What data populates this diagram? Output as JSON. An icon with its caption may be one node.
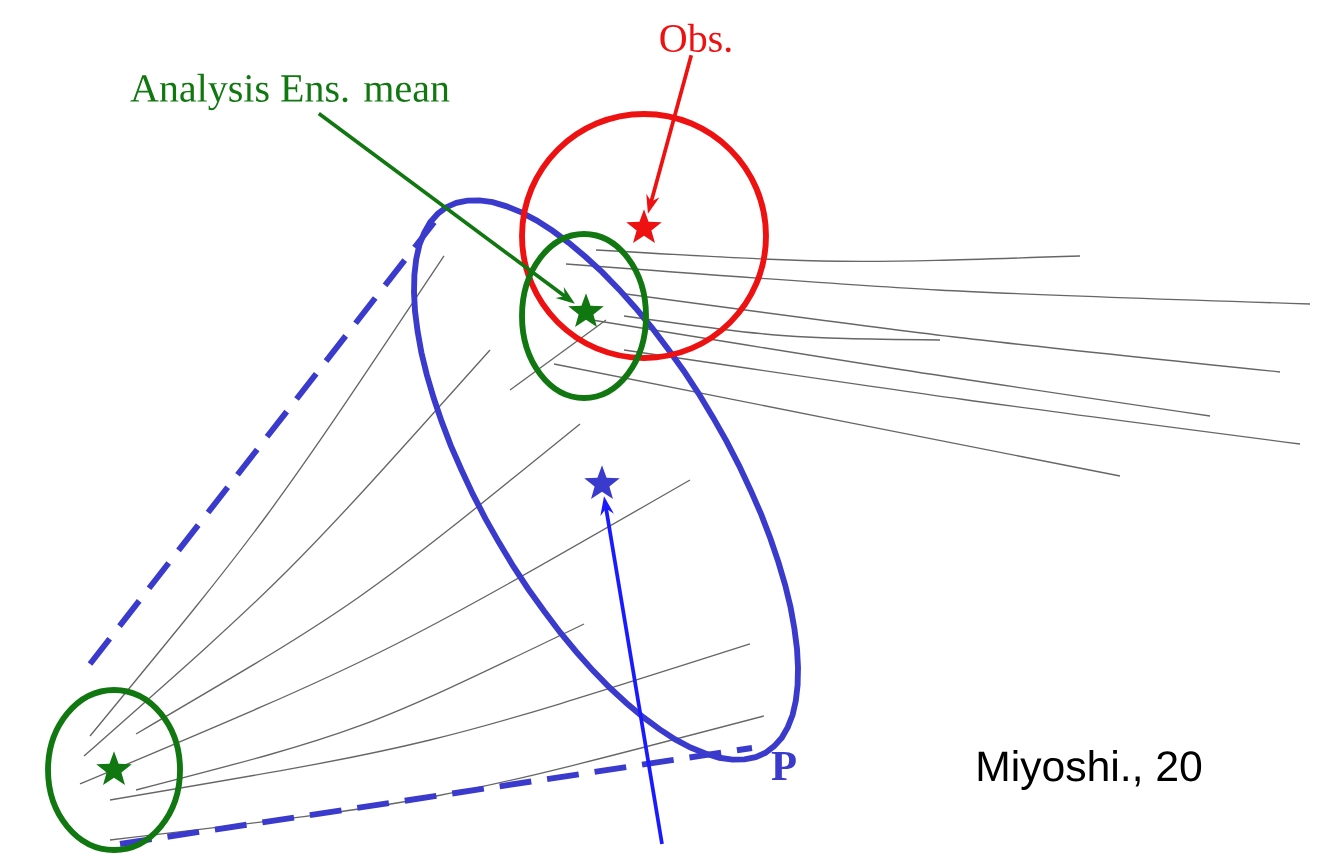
{
  "diagram": {
    "nodes": [
      {
        "text": [
          "Analysis Ens. mean"
        ]
      },
      {
        "text": [
          "Obs."
        ]
      },
      {
        "text": [],
        "shape": "star"
      },
      {
        "text": [],
        "shape": "star"
      },
      {
        "text": [],
        "shape": "star"
      },
      {
        "text": [],
        "shape": "star"
      }
    ],
    "edges": [
      {
        "from": 0,
        "to": 3,
        "arrow": "to",
        "color": "#117711"
      },
      {
        "from": 1,
        "to": 2,
        "arrow": "to",
        "color": "#ee1111"
      },
      {
        "from": null,
        "to": 4,
        "arrow": "to",
        "color": "#1a1aff"
      }
    ],
    "labels": [
      "P",
      "Miyoshi., 20"
    ]
  }
}
